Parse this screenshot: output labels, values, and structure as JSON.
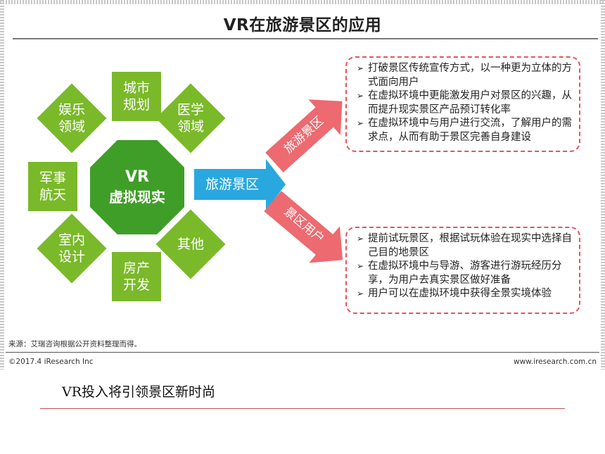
{
  "slide": {
    "title": "VR在旅游景区的应用",
    "center": {
      "line1": "VR",
      "line2": "虚拟现实"
    },
    "tiles": [
      {
        "id": "city",
        "label": "城市\n规划"
      },
      {
        "id": "medical",
        "label": "医学\n领域"
      },
      {
        "id": "other",
        "label": "其他"
      },
      {
        "id": "realestate",
        "label": "房产\n开发"
      },
      {
        "id": "interior",
        "label": "室内\n设计"
      },
      {
        "id": "military",
        "label": "军事\n航天"
      },
      {
        "id": "entertainment",
        "label": "娱乐\n领域"
      }
    ],
    "main_arrow_label": "旅游景区",
    "upper_branch_label": "旅游景区",
    "lower_branch_label": "景区用户",
    "upper_box": [
      "打破景区传统宣传方式，以一种更为立体的方式面向用户",
      "在虚拟环境中更能激发用户对景区的兴趣，从而提升现实景区产品预订转化率",
      "在虚拟环境中与用户进行交流，了解用户的需求点，从而有助于景区完善自身建设"
    ],
    "lower_box": [
      "提前试玩景区，根据试玩体验在现实中选择自己目的地景区",
      "在虚拟环境中与导游、游客进行游玩经历分享，为用户去真实景区做好准备",
      "用户可以在虚拟环境中获得全景实境体验"
    ],
    "source": "来源：艾瑞咨询根据公开资料整理而得。",
    "copyright": "©2017.4 iResearch Inc",
    "website": "www.iresearch.com.cn"
  },
  "caption": "VR投入将引领景区新时尚",
  "colors": {
    "tile_green": "#7ab929",
    "center_green": "#3f9e27",
    "arrow_blue": "#29a8e0",
    "arrow_red": "#ec6a70",
    "box_border": "#e8525a",
    "caption_rule": "#c0504d"
  }
}
